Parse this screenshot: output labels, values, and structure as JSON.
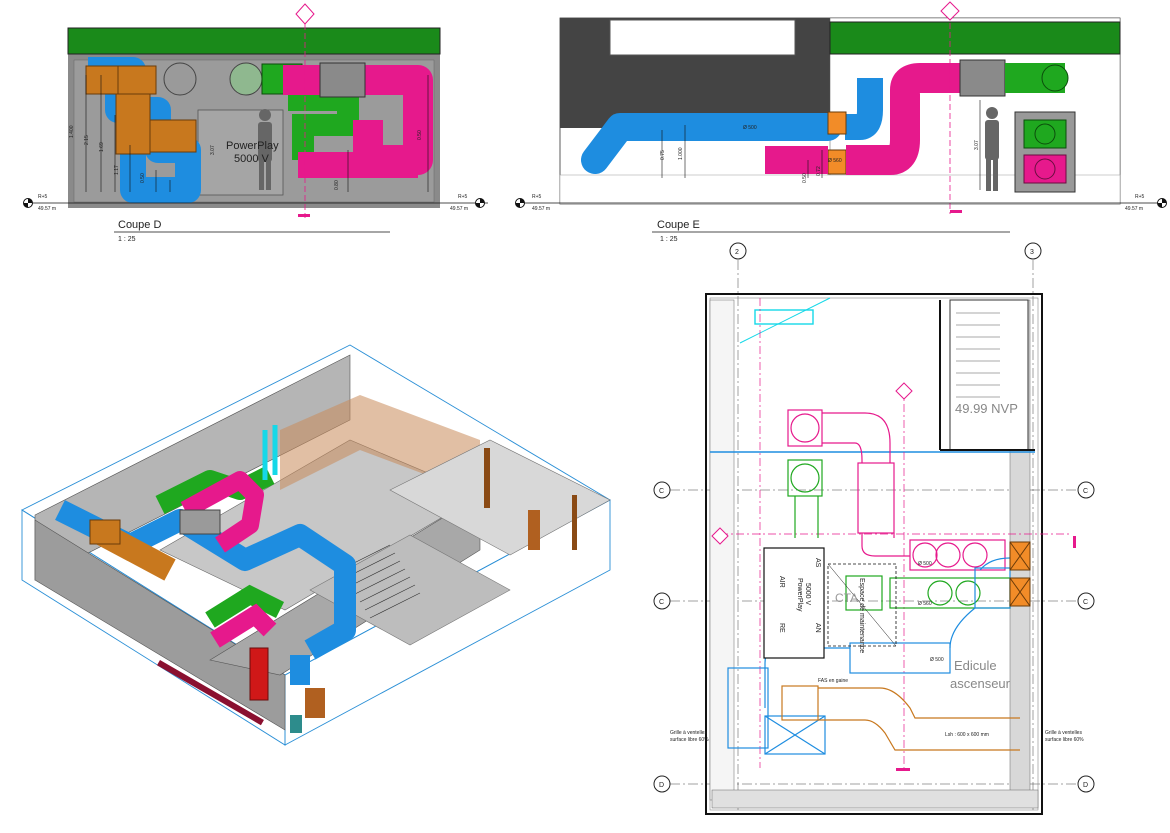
{
  "section_d": {
    "title": "Coupe D",
    "scale": "1 : 25",
    "unit_label": "PowerPlay",
    "unit_model": "5000 V",
    "level_left_name": "R+5",
    "level_left_value": "49.57 m",
    "level_right_name": "R+5",
    "level_right_value": "49.57 m",
    "dims": [
      "1.400",
      "2.15",
      "1.69",
      "1.17",
      "0.50",
      "3.07",
      "0.80",
      "0.50"
    ]
  },
  "section_e": {
    "title": "Coupe E",
    "scale": "1 : 25",
    "duct_label_1": "Ø 500",
    "duct_label_2": "Ø 560",
    "level_left_name": "R+5",
    "level_left_value": "49.57 m",
    "level_right_name": "R+5",
    "level_right_value": "49.57 m",
    "dims": [
      "0.75",
      "1.000",
      "0.50",
      "0.72",
      "3.07"
    ]
  },
  "plan": {
    "grid_top_left": "2",
    "grid_top_right": "3",
    "grid_c": "C",
    "grid_d": "D",
    "level_label": "49.99 NVP",
    "unit_air": "AIR",
    "unit_as": "AS",
    "unit_re": "RE",
    "unit_an": "AN",
    "unit_name": "PowerPlay",
    "unit_model": "5000 V",
    "maintenance": "Espace de maintenance",
    "cta_label": "CTA",
    "duct_500": "Ø 500",
    "duct_560": "Ø 560",
    "lift_line1": "Edicule",
    "lift_line2": "ascenseur",
    "grille_left_1": "Grille à ventelles",
    "grille_left_2": "surface libre 60%",
    "grille_right_1": "Grille à ventelles",
    "grille_right_2": "surface libre 60%",
    "duct_rect": "Lsh : 600 x 600 mm",
    "fan_label": "FAS en gaine"
  },
  "colors": {
    "supply": "#e6198c",
    "exhaust": "#1e8de0",
    "outdoor": "#1fa81f",
    "extract": "#c8781e",
    "damper": "#f28c28",
    "roof": "#1a8a1a",
    "cyan": "#15d8e8"
  }
}
